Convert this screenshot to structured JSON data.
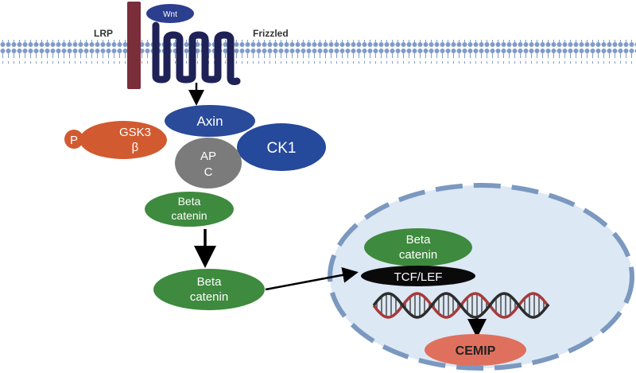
{
  "membrane": {
    "lrp_label": "LRP",
    "frizzled_label": "Frizzled",
    "wnt_label": "Wnt"
  },
  "cytoplasm": {
    "axin_label": "Axin",
    "gsk3_label_line1": "GSK3",
    "gsk3_label_line2": "β",
    "phospho_label": "P",
    "apc_label_line1": "AP",
    "apc_label_line2": "C",
    "ck1_label": "CK1",
    "beta_catenin_1_line1": "Beta",
    "beta_catenin_1_line2": "catenin",
    "beta_catenin_2_line1": "Beta",
    "beta_catenin_2_line2": "catenin"
  },
  "nucleus": {
    "beta_catenin_line1": "Beta",
    "beta_catenin_line2": "catenin",
    "tcf_lef_label": "TCF/LEF",
    "cemip_label": "CEMIP"
  },
  "colors": {
    "membrane_blue": "#7f9cc8",
    "lrp_maroon": "#7a2e3a",
    "frizzled_navy": "#1f2257",
    "axin_blue": "#2a4a9a",
    "ck1_blue": "#25499b",
    "gsk3_orange": "#d25a30",
    "apc_gray": "#7b7b7b",
    "beta_catenin_green": "#3e8a3e",
    "tcf_black": "#0a0a0a",
    "cemip_salmon": "#e0705e",
    "nucleus_fill": "#dce8f4",
    "nucleus_border": "#7b98bf",
    "dna_red": "#a83a3a",
    "dna_dark": "#2d2d2d"
  }
}
